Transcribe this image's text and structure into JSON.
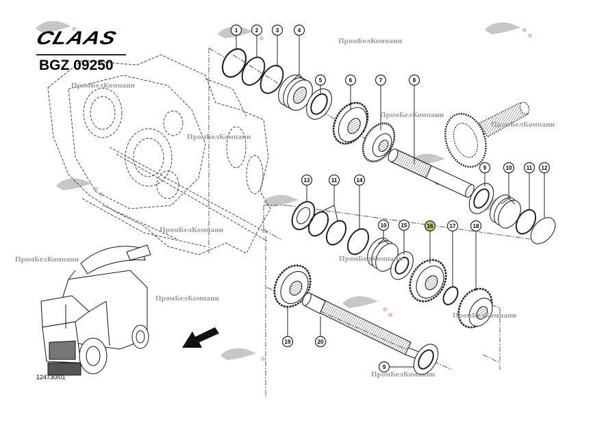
{
  "diagram": {
    "brand": "CLAAS",
    "document_code": "BGZ 09250",
    "figure_id": "124730/01",
    "direction_arrow": "arrow-down-left",
    "highlight_color": "#b9c96a",
    "highlighted_callout": "16",
    "watermark_text": "ПромБелКомпани",
    "callouts": [
      {
        "id": "1",
        "label": "1",
        "part": "seal-ring"
      },
      {
        "id": "2",
        "label": "2",
        "part": "snap-ring"
      },
      {
        "id": "3",
        "label": "3",
        "part": "shim-ring"
      },
      {
        "id": "4",
        "label": "4",
        "part": "spring-washer-pack"
      },
      {
        "id": "5",
        "label": "5",
        "part": "ball-bearing"
      },
      {
        "id": "6",
        "label": "6",
        "part": "spur-gear"
      },
      {
        "id": "7",
        "label": "7",
        "part": "bevel-gear"
      },
      {
        "id": "8",
        "label": "8",
        "part": "shaft"
      },
      {
        "id": "9a",
        "label": "9",
        "part": "ball-bearing"
      },
      {
        "id": "10a",
        "label": "10",
        "part": "spring-washer-pack"
      },
      {
        "id": "11a",
        "label": "11",
        "part": "snap-ring"
      },
      {
        "id": "12",
        "label": "12",
        "part": "cover-cap"
      },
      {
        "id": "13",
        "label": "13",
        "part": "shaft-seal"
      },
      {
        "id": "11b",
        "label": "11",
        "part": "snap-rings"
      },
      {
        "id": "14",
        "label": "14",
        "part": "shim-ring"
      },
      {
        "id": "10b",
        "label": "10",
        "part": "spring-washer-pack"
      },
      {
        "id": "15",
        "label": "15",
        "part": "ball-bearing"
      },
      {
        "id": "16",
        "label": "16",
        "part": "spur-gear"
      },
      {
        "id": "17",
        "label": "17",
        "part": "snap-ring"
      },
      {
        "id": "18",
        "label": "18",
        "part": "spur-gear"
      },
      {
        "id": "19",
        "label": "19",
        "part": "spur-gear"
      },
      {
        "id": "20",
        "label": "20",
        "part": "splined-shaft"
      },
      {
        "id": "9b",
        "label": "9",
        "part": "ball-bearing"
      }
    ]
  }
}
